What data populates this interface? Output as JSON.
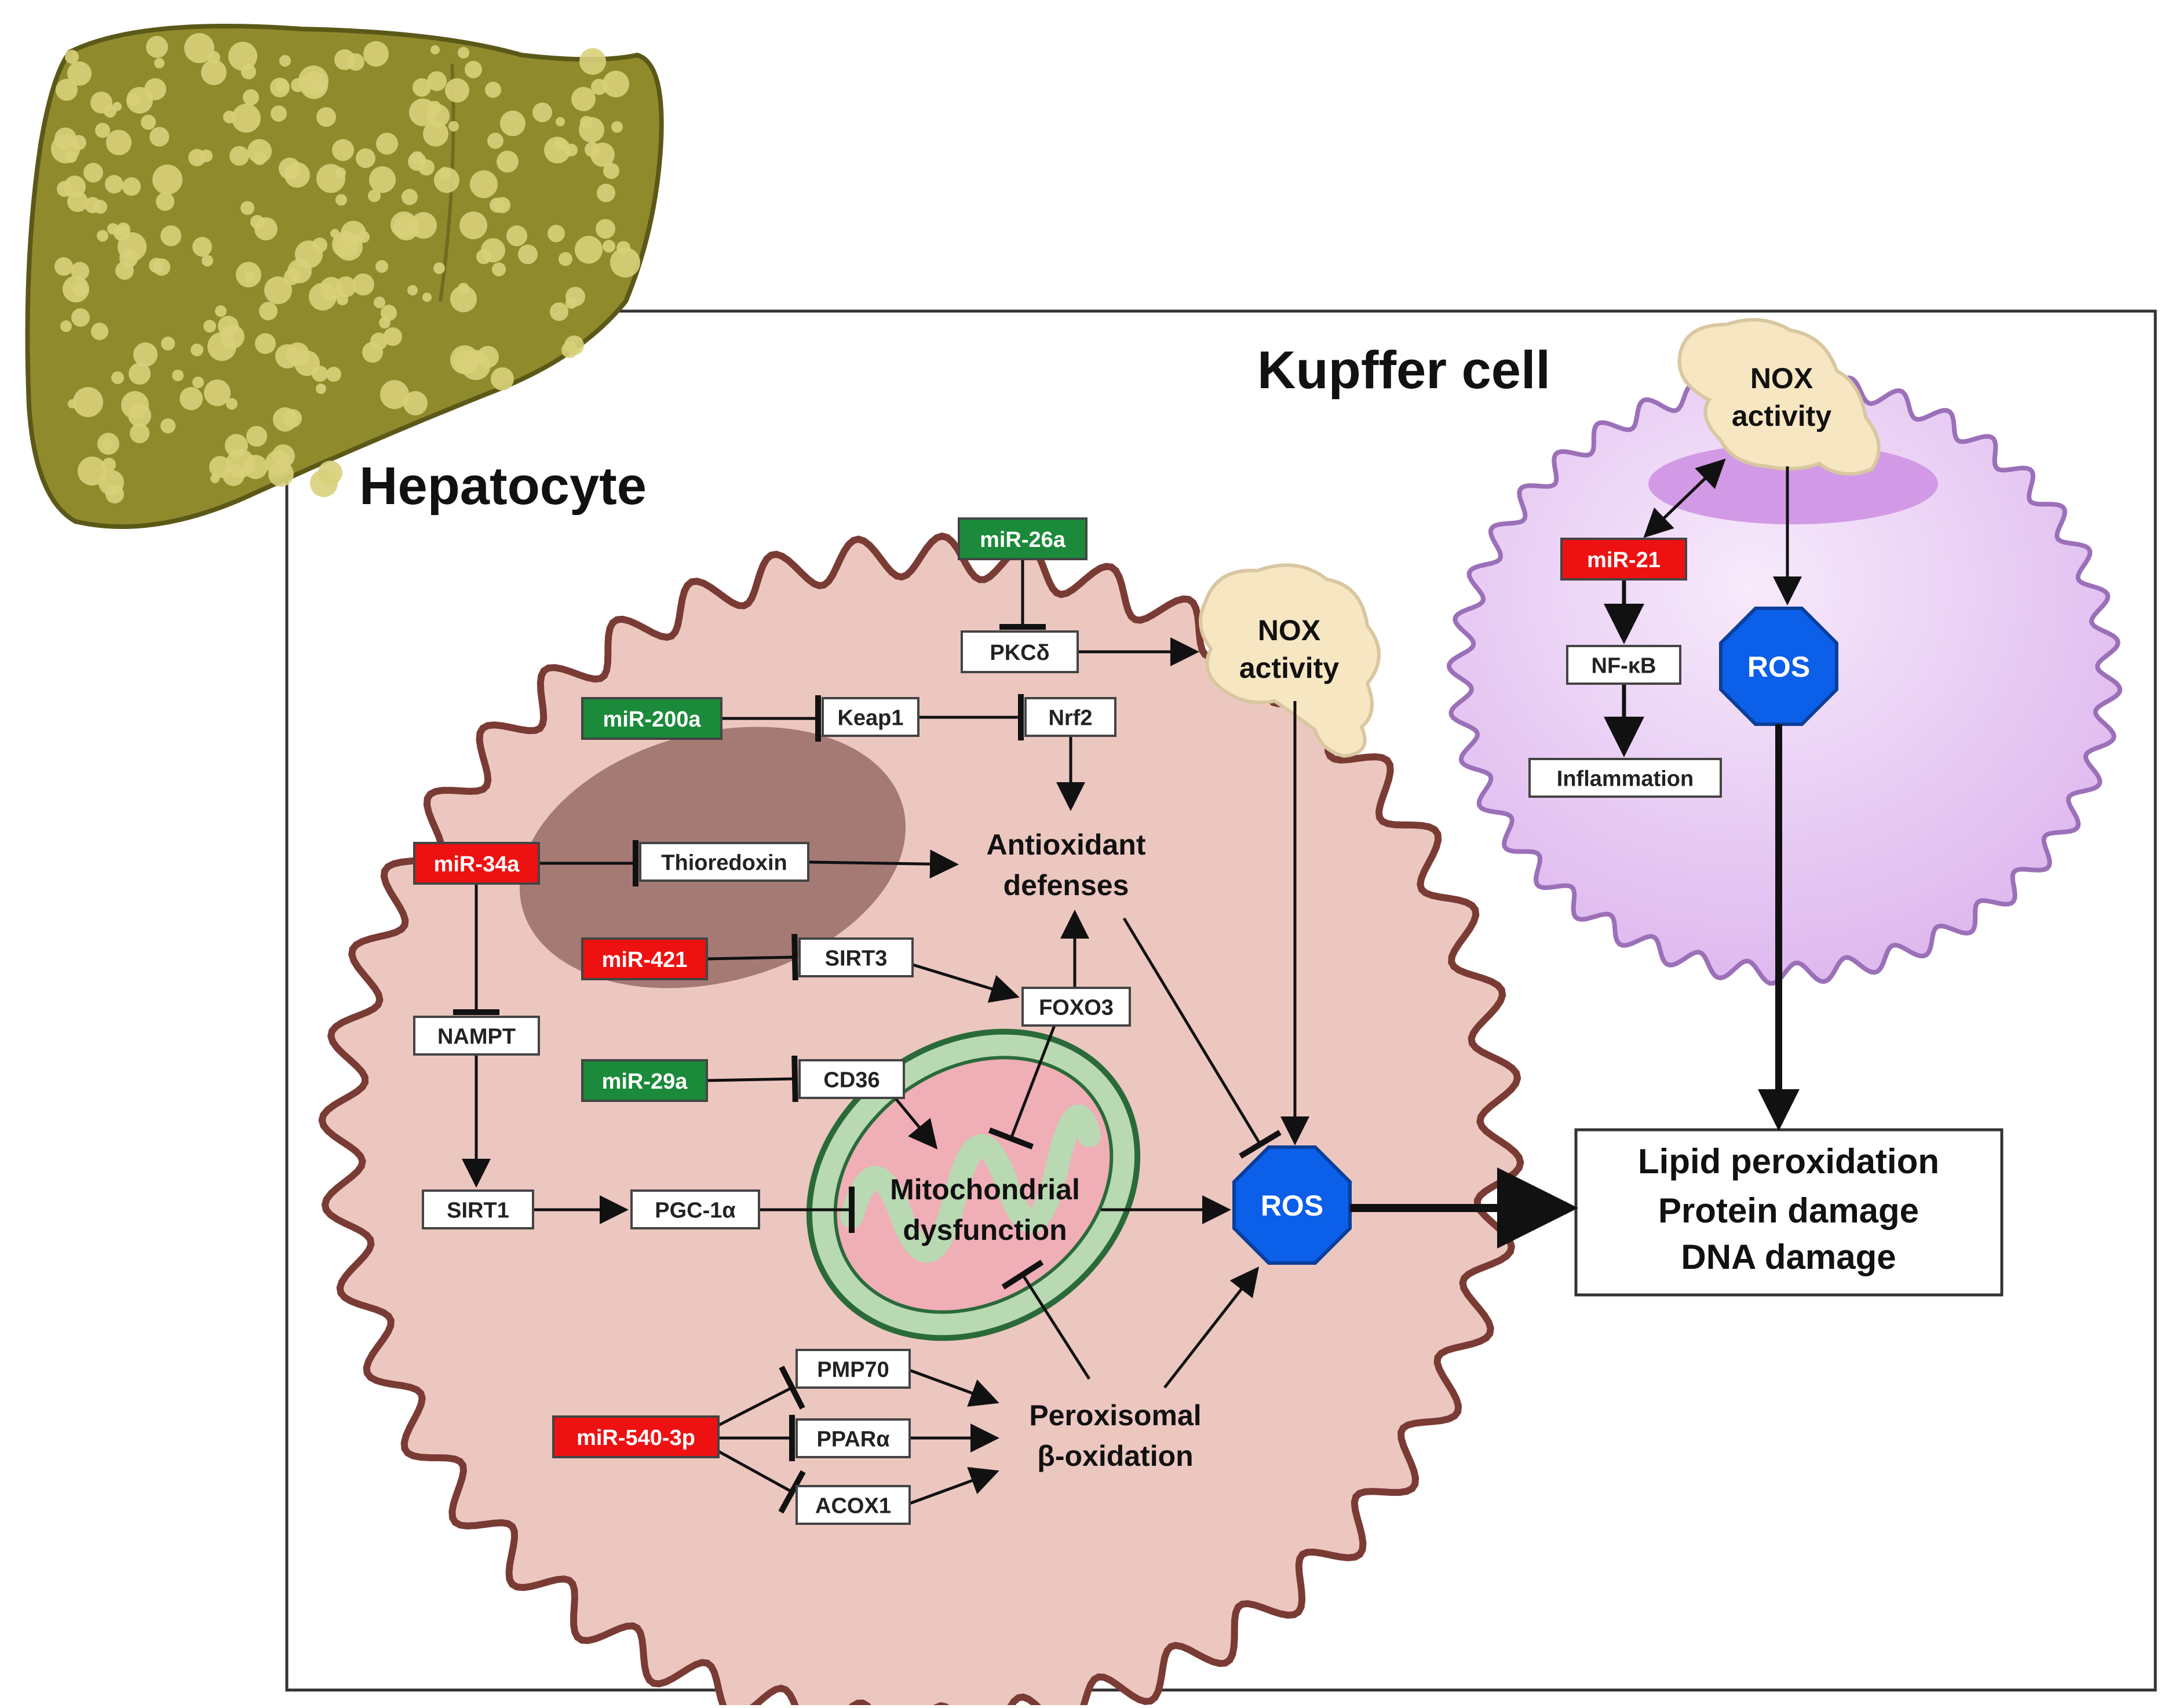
{
  "colors": {
    "liver_fill": "#8f8a2c",
    "liver_spots": "#d8d07a",
    "hepatocyte_fill": "#ecc7c0",
    "hepatocyte_border": "#7a3b35",
    "nucleus_fill": "#a57a75",
    "kupffer_fill": "#ecd0f4",
    "kupffer_border": "#9b70b8",
    "kupffer_band": "#d29ae6",
    "nox_fill": "#f7e6c2",
    "ros_fill": "#0b5fe8",
    "mir_up": "#ee1111",
    "mir_down": "#1b8a3a",
    "mito_fill": "#b9d9b2",
    "mito_inner": "#f0aeb7"
  },
  "labels": {
    "kupffer_title": "Kupffer cell",
    "hepatocyte_title": "Hepatocyte",
    "nox_hep_line1": "NOX",
    "nox_hep_line2": "activity",
    "nox_kup_line1": "NOX",
    "nox_kup_line2": "activity",
    "ros_hep": "ROS",
    "ros_kup": "ROS",
    "antioxidant_line1": "Antioxidant",
    "antioxidant_line2": "defenses",
    "mito_line1": "Mitochondrial",
    "mito_line2": "dysfunction",
    "perox_line1": "Peroxisomal",
    "perox_line2": "β-oxidation",
    "outcome_line1": "Lipid peroxidation",
    "outcome_line2": "Protein damage",
    "outcome_line3": "DNA damage"
  },
  "mirnas": {
    "mir26a": "miR-26a",
    "mir200a": "miR-200a",
    "mir34a": "miR-34a",
    "mir421": "miR-421",
    "mir29a": "miR-29a",
    "mir5403p": "miR-540-3p",
    "mir21": "miR-21"
  },
  "genes": {
    "pkcd": "PKCδ",
    "keap1": "Keap1",
    "nrf2": "Nrf2",
    "thioredoxin": "Thioredoxin",
    "sirt3": "SIRT3",
    "foxo3": "FOXO3",
    "nampt": "NAMPT",
    "cd36": "CD36",
    "sirt1": "SIRT1",
    "pgc1a": "PGC-1α",
    "pmp70": "PMP70",
    "ppara": "PPARα",
    "acox1": "ACOX1",
    "nfkb": "NF-κB",
    "inflammation": "Inflammation"
  }
}
